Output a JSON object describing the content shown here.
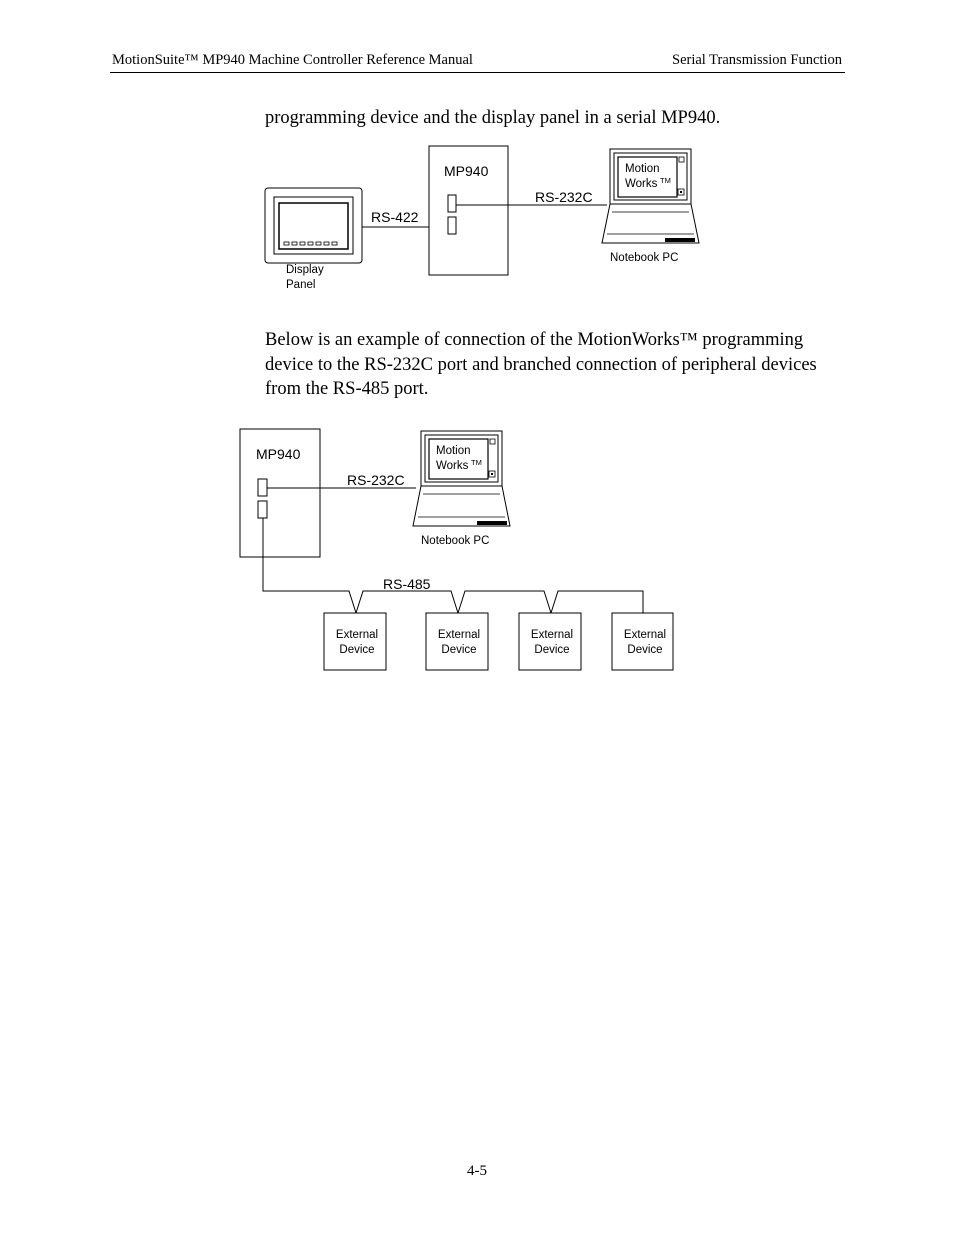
{
  "header": {
    "left": "MotionSuite™ MP940 Machine Controller Reference Manual",
    "right": "Serial Transmission Function"
  },
  "paragraph1": "programming device and the display panel in a serial MP940.",
  "paragraph2_lines": [
    "Below is an example of connection of the MotionWorks™ programming",
    "device to the RS-232C port and branched connection of peripheral devices",
    "from the RS-485 port."
  ],
  "diagram1": {
    "controller": "MP940",
    "link_left": "RS-422",
    "link_right": "RS-232C",
    "display_label_1": "Display",
    "display_label_2": "Panel",
    "screen_line_1": "Motion",
    "screen_line_2": "Works",
    "tm": "TM",
    "pc_label": "Notebook PC"
  },
  "diagram2": {
    "controller": "MP940",
    "link_pc": "RS-232C",
    "bus": "RS-485",
    "screen_line_1": "Motion",
    "screen_line_2": "Works",
    "tm": "TM",
    "pc_label": "Notebook PC",
    "devices": [
      {
        "line1": "External",
        "line2": "Device"
      },
      {
        "line1": "External",
        "line2": "Device"
      },
      {
        "line1": "External",
        "line2": "Device"
      },
      {
        "line1": "External",
        "line2": "Device"
      }
    ]
  },
  "footer": {
    "page_number": "4-5"
  }
}
